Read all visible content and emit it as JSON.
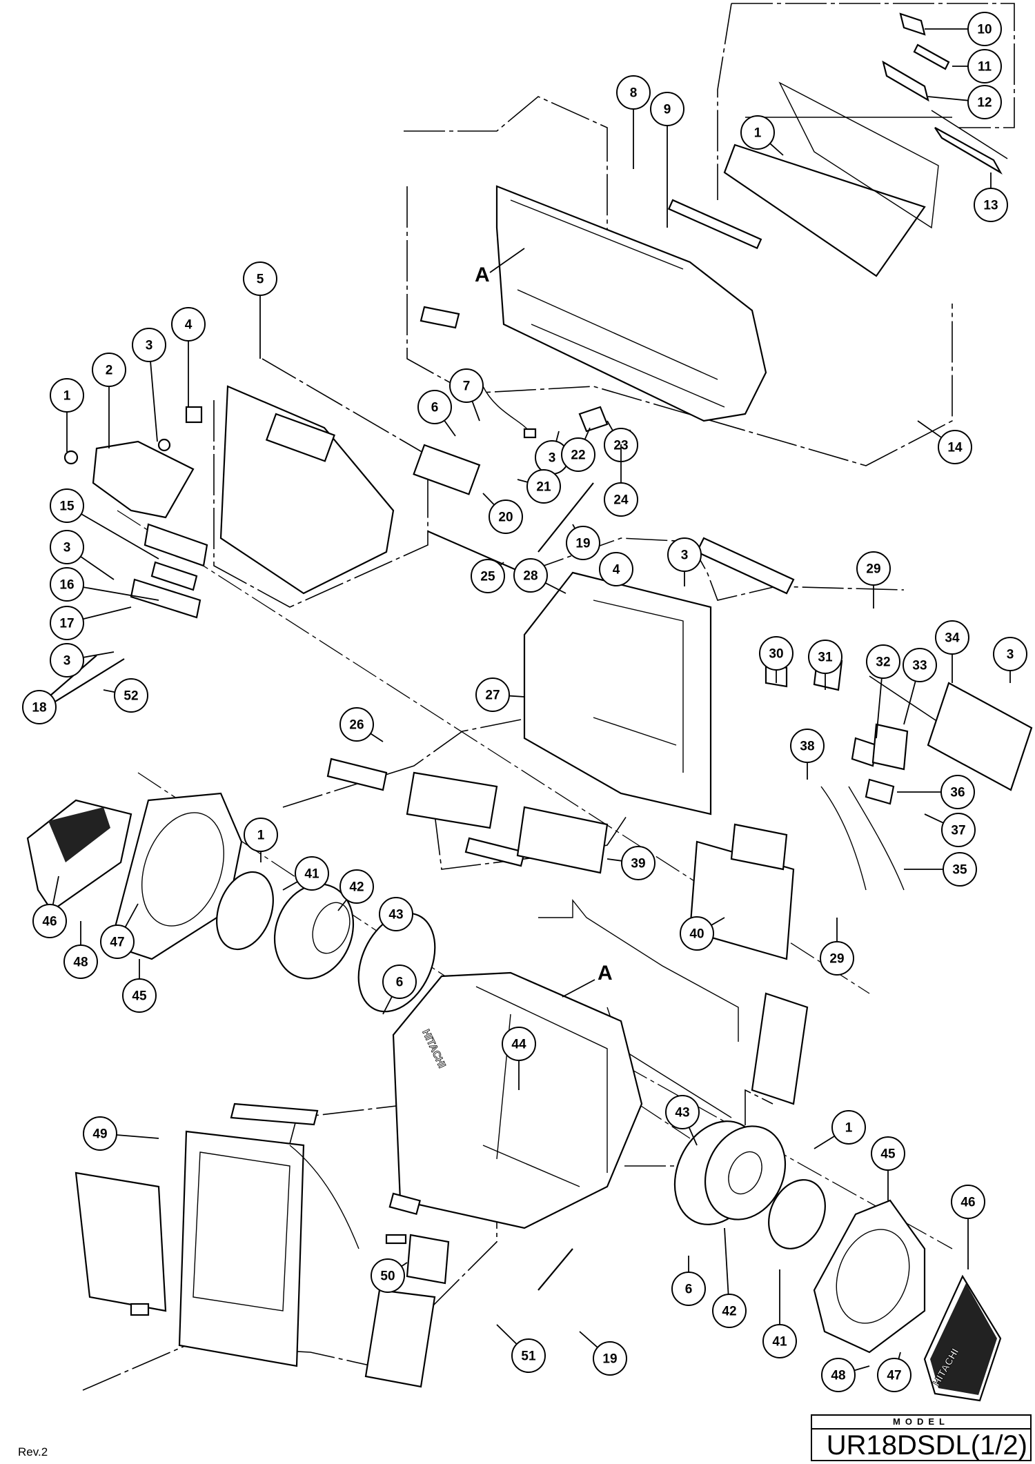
{
  "document": {
    "type": "exploded parts diagram",
    "revision": "Rev.2",
    "model_header": "MODEL",
    "model_name": "UR18DSDL(1/2)",
    "brand_marks": [
      "HITACHI",
      "HITACHI"
    ],
    "reference_labels": [
      "A",
      "A"
    ]
  },
  "callouts": [
    {
      "id": "c1a",
      "label": "1"
    },
    {
      "id": "c2",
      "label": "2"
    },
    {
      "id": "c3a",
      "label": "3"
    },
    {
      "id": "c4a",
      "label": "4"
    },
    {
      "id": "c5",
      "label": "5"
    },
    {
      "id": "c15",
      "label": "15"
    },
    {
      "id": "c3b",
      "label": "3"
    },
    {
      "id": "c16",
      "label": "16"
    },
    {
      "id": "c17",
      "label": "17"
    },
    {
      "id": "c3c",
      "label": "3"
    },
    {
      "id": "c18",
      "label": "18"
    },
    {
      "id": "c52",
      "label": "52"
    },
    {
      "id": "c8",
      "label": "8"
    },
    {
      "id": "c9",
      "label": "9"
    },
    {
      "id": "c10",
      "label": "10"
    },
    {
      "id": "c11",
      "label": "11"
    },
    {
      "id": "c12",
      "label": "12"
    },
    {
      "id": "c1b",
      "label": "1"
    },
    {
      "id": "c13",
      "label": "13"
    },
    {
      "id": "c14",
      "label": "14"
    },
    {
      "id": "c6a",
      "label": "6"
    },
    {
      "id": "c7",
      "label": "7"
    },
    {
      "id": "c3d",
      "label": "3"
    },
    {
      "id": "c22",
      "label": "22"
    },
    {
      "id": "c23",
      "label": "23"
    },
    {
      "id": "c24",
      "label": "24"
    },
    {
      "id": "c21",
      "label": "21"
    },
    {
      "id": "c20",
      "label": "20"
    },
    {
      "id": "c19a",
      "label": "19"
    },
    {
      "id": "c25",
      "label": "25"
    },
    {
      "id": "c4b",
      "label": "4"
    },
    {
      "id": "c3e",
      "label": "3"
    },
    {
      "id": "c29a",
      "label": "29"
    },
    {
      "id": "c28",
      "label": "28"
    },
    {
      "id": "c27",
      "label": "27"
    },
    {
      "id": "c30",
      "label": "30"
    },
    {
      "id": "c31",
      "label": "31"
    },
    {
      "id": "c32",
      "label": "32"
    },
    {
      "id": "c33",
      "label": "33"
    },
    {
      "id": "c34",
      "label": "34"
    },
    {
      "id": "c3f",
      "label": "3"
    },
    {
      "id": "c26",
      "label": "26"
    },
    {
      "id": "c38",
      "label": "38"
    },
    {
      "id": "c36",
      "label": "36"
    },
    {
      "id": "c37",
      "label": "37"
    },
    {
      "id": "c35",
      "label": "35"
    },
    {
      "id": "c39",
      "label": "39"
    },
    {
      "id": "c40",
      "label": "40"
    },
    {
      "id": "c29b",
      "label": "29"
    },
    {
      "id": "c46a",
      "label": "46"
    },
    {
      "id": "c47a",
      "label": "47"
    },
    {
      "id": "c48a",
      "label": "48"
    },
    {
      "id": "c45a",
      "label": "45"
    },
    {
      "id": "c1c",
      "label": "1"
    },
    {
      "id": "c41a",
      "label": "41"
    },
    {
      "id": "c42a",
      "label": "42"
    },
    {
      "id": "c43a",
      "label": "43"
    },
    {
      "id": "c6b",
      "label": "6"
    },
    {
      "id": "c44",
      "label": "44"
    },
    {
      "id": "c49",
      "label": "49"
    },
    {
      "id": "c50",
      "label": "50"
    },
    {
      "id": "c51",
      "label": "51"
    },
    {
      "id": "c19b",
      "label": "19"
    },
    {
      "id": "c43b",
      "label": "43"
    },
    {
      "id": "c6c",
      "label": "6"
    },
    {
      "id": "c42b",
      "label": "42"
    },
    {
      "id": "c41b",
      "label": "41"
    },
    {
      "id": "c1d",
      "label": "1"
    },
    {
      "id": "c45b",
      "label": "45"
    },
    {
      "id": "c46b",
      "label": "46"
    },
    {
      "id": "c48b",
      "label": "48"
    },
    {
      "id": "c47b",
      "label": "47"
    }
  ]
}
